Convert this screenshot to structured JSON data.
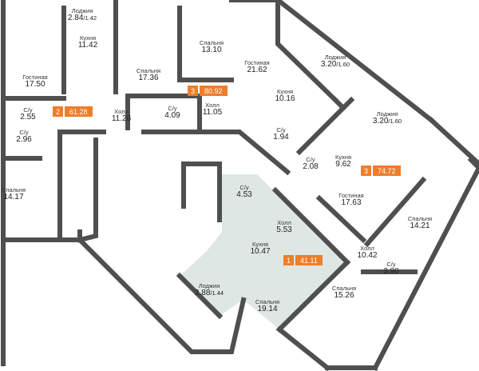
{
  "colors": {
    "wall": "#4f4f4f",
    "highlight": "#dfe7e4",
    "badge": "#f07d2a"
  },
  "apartments": [
    {
      "rooms": "2",
      "area": "61.28"
    },
    {
      "rooms": "3",
      "area": "80.92"
    },
    {
      "rooms": "3",
      "area": "74.72"
    },
    {
      "rooms": "1",
      "area": "41.11"
    }
  ],
  "rooms": [
    {
      "name": "Лоджия",
      "area": "2.84",
      "sub": "/1.42"
    },
    {
      "name": "Кухня",
      "area": "11.42"
    },
    {
      "name": "Гостиная",
      "area": "17.50"
    },
    {
      "name": "Спальня",
      "area": "17.36"
    },
    {
      "name": "Спальня",
      "area": "13.10"
    },
    {
      "name": "Гостиная",
      "area": "21.62"
    },
    {
      "name": "Лоджия",
      "area": "3.20",
      "sub": "/1.60"
    },
    {
      "name": "Кухня",
      "area": "10.16"
    },
    {
      "name": "Лоджия",
      "area": "3.20",
      "sub": "/1.60"
    },
    {
      "name": "С/у",
      "area": "1.94"
    },
    {
      "name": "С/у",
      "area": "2.08"
    },
    {
      "name": "Кухня",
      "area": "9.62"
    },
    {
      "name": "С/у",
      "area": "2.55"
    },
    {
      "name": "С/у",
      "area": "2.96"
    },
    {
      "name": "Холл",
      "area": "11.26"
    },
    {
      "name": "С/у",
      "area": "4.09"
    },
    {
      "name": "Холл",
      "area": "11.05"
    },
    {
      "name": "Спальня",
      "area": "14.17"
    },
    {
      "name": "С/у",
      "area": "4.53"
    },
    {
      "name": "Холл",
      "area": "5.53"
    },
    {
      "name": "Кухня",
      "area": "10.47"
    },
    {
      "name": "Гостиная",
      "area": "17.63"
    },
    {
      "name": "Спальня",
      "area": "14.21"
    },
    {
      "name": "Холл",
      "area": "10.42"
    },
    {
      "name": "С/у",
      "area": "3.90"
    },
    {
      "name": "Спальня",
      "area": "15.26"
    },
    {
      "name": "Спальня",
      "area": "19.14"
    },
    {
      "name": "Лоджия",
      "area": "2.88",
      "sub": "/1.44"
    }
  ]
}
